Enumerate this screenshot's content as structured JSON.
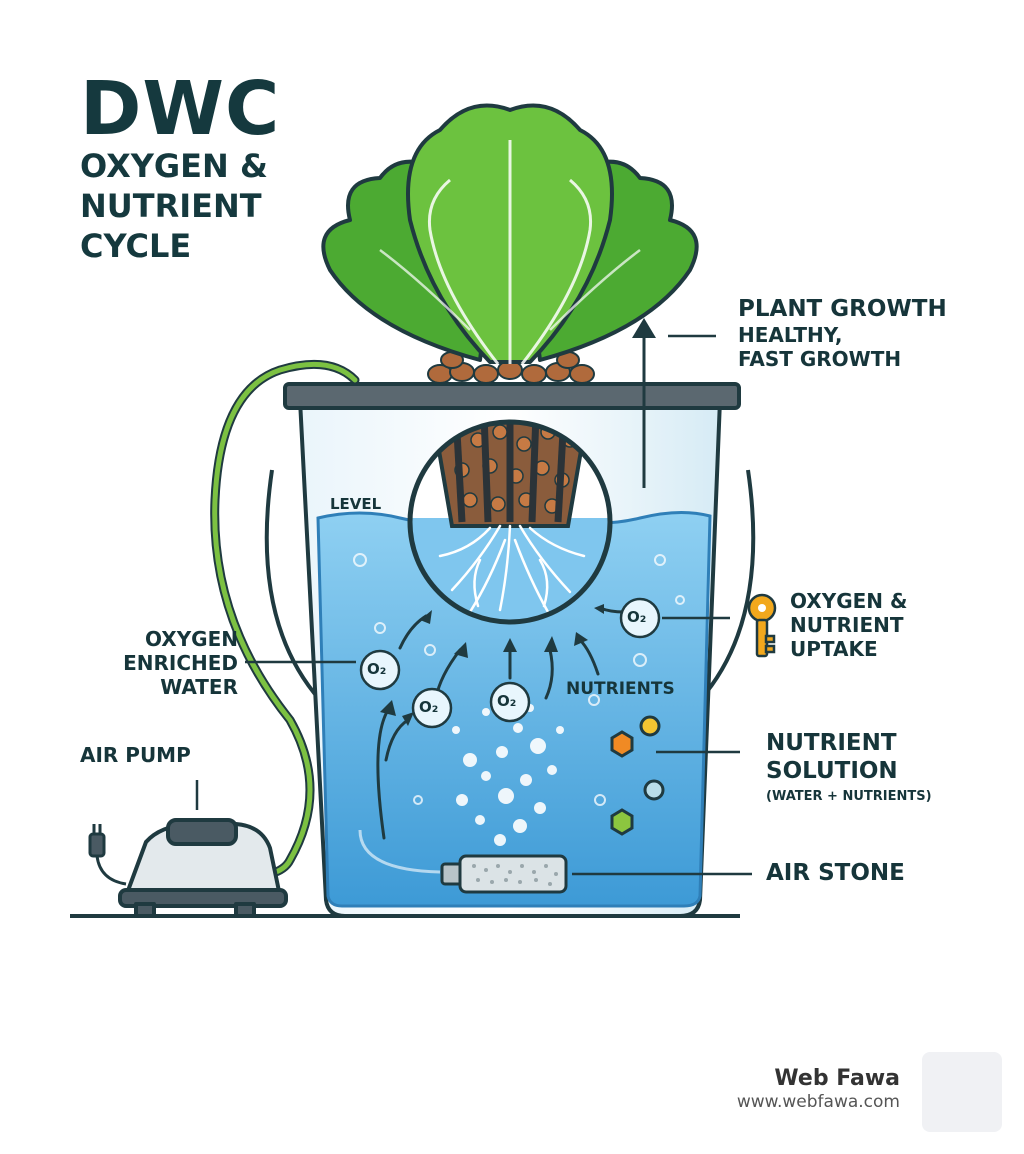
{
  "title": {
    "main": "DWC",
    "line1": "OXYGEN &",
    "line2": "NUTRIENT",
    "line3": "CYCLE"
  },
  "labels": {
    "plant_growth": {
      "line1": "PLANT GROWTH",
      "line2": "HEALTHY,",
      "line3": "FAST GROWTH"
    },
    "level": "LEVEL",
    "uptake": {
      "line1": "OXYGEN &",
      "line2": "NUTRIENT",
      "line3": "UPTAKE"
    },
    "oxygen_water": {
      "line1": "OXYGEN",
      "line2": "ENRICHED",
      "line3": "WATER"
    },
    "nutrients": "NUTRIENTS",
    "air_pump": "AIR PUMP",
    "nutrient_solution": {
      "line1": "NUTRIENT",
      "line2": "SOLUTION",
      "line3": "(WATER + NUTRIENTS)"
    },
    "air_stone": "AIR STONE",
    "o2": "O₂"
  },
  "branding": {
    "name": "Web Fawa",
    "url": "www.webfawa.com"
  },
  "colors": {
    "water": "#5fb3e4",
    "leaf": "#5cb83a",
    "outline": "#1f3a40",
    "tube": "#7cc142",
    "key": "#f2a81d"
  },
  "icons": [
    "lettuce-plant-icon",
    "net-pot-icon",
    "roots-icon",
    "air-pump-icon",
    "plug-icon",
    "air-stone-icon",
    "key-icon",
    "o2-bubble-icon",
    "hexagon-icon"
  ]
}
